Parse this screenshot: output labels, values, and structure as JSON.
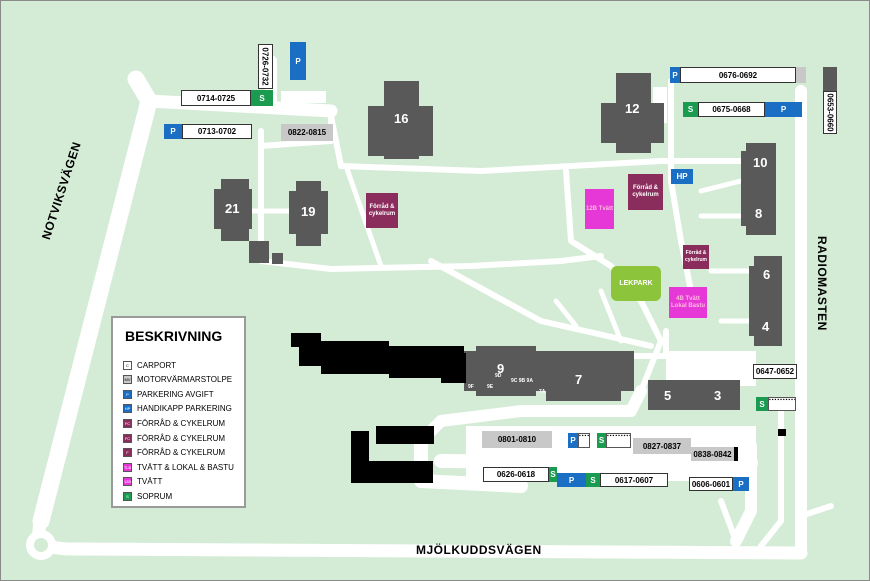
{
  "roads": {
    "notviksvagen": "NOTVIKSVÄGEN",
    "radiomasten": "RADIOMASTEN",
    "mjolkuddsvagen": "MJÖLKUDDSVÄGEN"
  },
  "buildings": {
    "b16": "16",
    "b12": "12",
    "b21": "21",
    "b19": "19",
    "b10": "10",
    "b8": "8",
    "b6": "6",
    "b4": "4",
    "b9": "9",
    "b7": "7",
    "b5": "5",
    "b3": "3",
    "b9f": "9F",
    "b9e": "9E",
    "b9d": "9D",
    "b9cba": "9C 9B 9A",
    "b7a": "7A"
  },
  "labels": {
    "l0714": "0714-0725",
    "l0726": "0726-0732",
    "l0713": "0713-0702",
    "l0822": "0822-0815",
    "l0676": "0676-0692",
    "l0653": "0653-0660",
    "l0675": "0675-0668",
    "l0647": "0647-0652",
    "l0801": "0801-0810",
    "l0827": "0827-0837",
    "l0838": "0838-0842",
    "l0626": "0626-0618",
    "l0617": "0617-0607",
    "l0606": "0606-0601"
  },
  "symbols": {
    "p": "P",
    "s": "S",
    "hp": "HP"
  },
  "facilities": {
    "forrad1": "Förråd & cykelrum",
    "forrad2": "Förråd & cykelrum",
    "forrad3": "Förråd & cykelrum",
    "tvatt12b": "12B Tvätt",
    "tvatt4b": "4B Tvätt Lokal Bastu",
    "lekpark": "LEKPARK"
  },
  "legend": {
    "title": "BESKRIVNING",
    "items": [
      {
        "code": "C",
        "label": "CARPORT",
        "color": "#ffffff"
      },
      {
        "code": "MV",
        "label": "MOTORVÄRMARSTOLPE",
        "color": "#c8c8c8"
      },
      {
        "code": "P",
        "label": "PARKERING AVGIFT",
        "color": "#1a6ec4"
      },
      {
        "code": "HP",
        "label": "HANDIKAPP PARKERING",
        "color": "#1a6ec4"
      },
      {
        "code": "FC",
        "label": "FÖRRÅD & CYKELRUM",
        "color": "#8b2d5c"
      },
      {
        "code": "FC",
        "label": "FÖRRÅD & CYKELRUM",
        "color": "#8b2d5c"
      },
      {
        "code": "F",
        "label": "FÖRRÅD & CYKELRUM",
        "color": "#8b2d5c"
      },
      {
        "code": "TLB",
        "label": "TVÄTT & LOKAL & BASTU",
        "color": "#e637d7"
      },
      {
        "code": "12B",
        "label": "TVÄTT",
        "color": "#e637d7"
      },
      {
        "code": "S",
        "label": "SOPRUM",
        "color": "#1a9b50"
      }
    ]
  },
  "colors": {
    "grass": "#d4ebd5",
    "road": "#ffffff",
    "building": "#595959",
    "parking": "#1a6ec4",
    "soprum": "#1a9b50",
    "forrad": "#8b2d5c",
    "tvatt": "#e637d7",
    "lekpark": "#8cc43c"
  }
}
